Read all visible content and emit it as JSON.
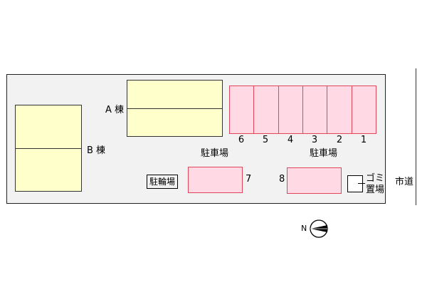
{
  "labels": {
    "building_a": "A 棟",
    "building_b": "B 棟",
    "parking_left": "駐車場",
    "parking_right": "駐車場",
    "bicycle_parking": "駐輪場",
    "garbage_line1": "ゴミ",
    "garbage_line2": "置場",
    "city_road": "市道",
    "compass": "N"
  },
  "parking_row": [
    "6",
    "5",
    "4",
    "3",
    "2",
    "1"
  ],
  "parking_singles": [
    "7",
    "8"
  ],
  "colors": {
    "building_fill": "#ffffcc",
    "parking_fill": "#ffd9e3",
    "parking_border": "#e0455a",
    "site_fill": "#f2f2f2"
  }
}
